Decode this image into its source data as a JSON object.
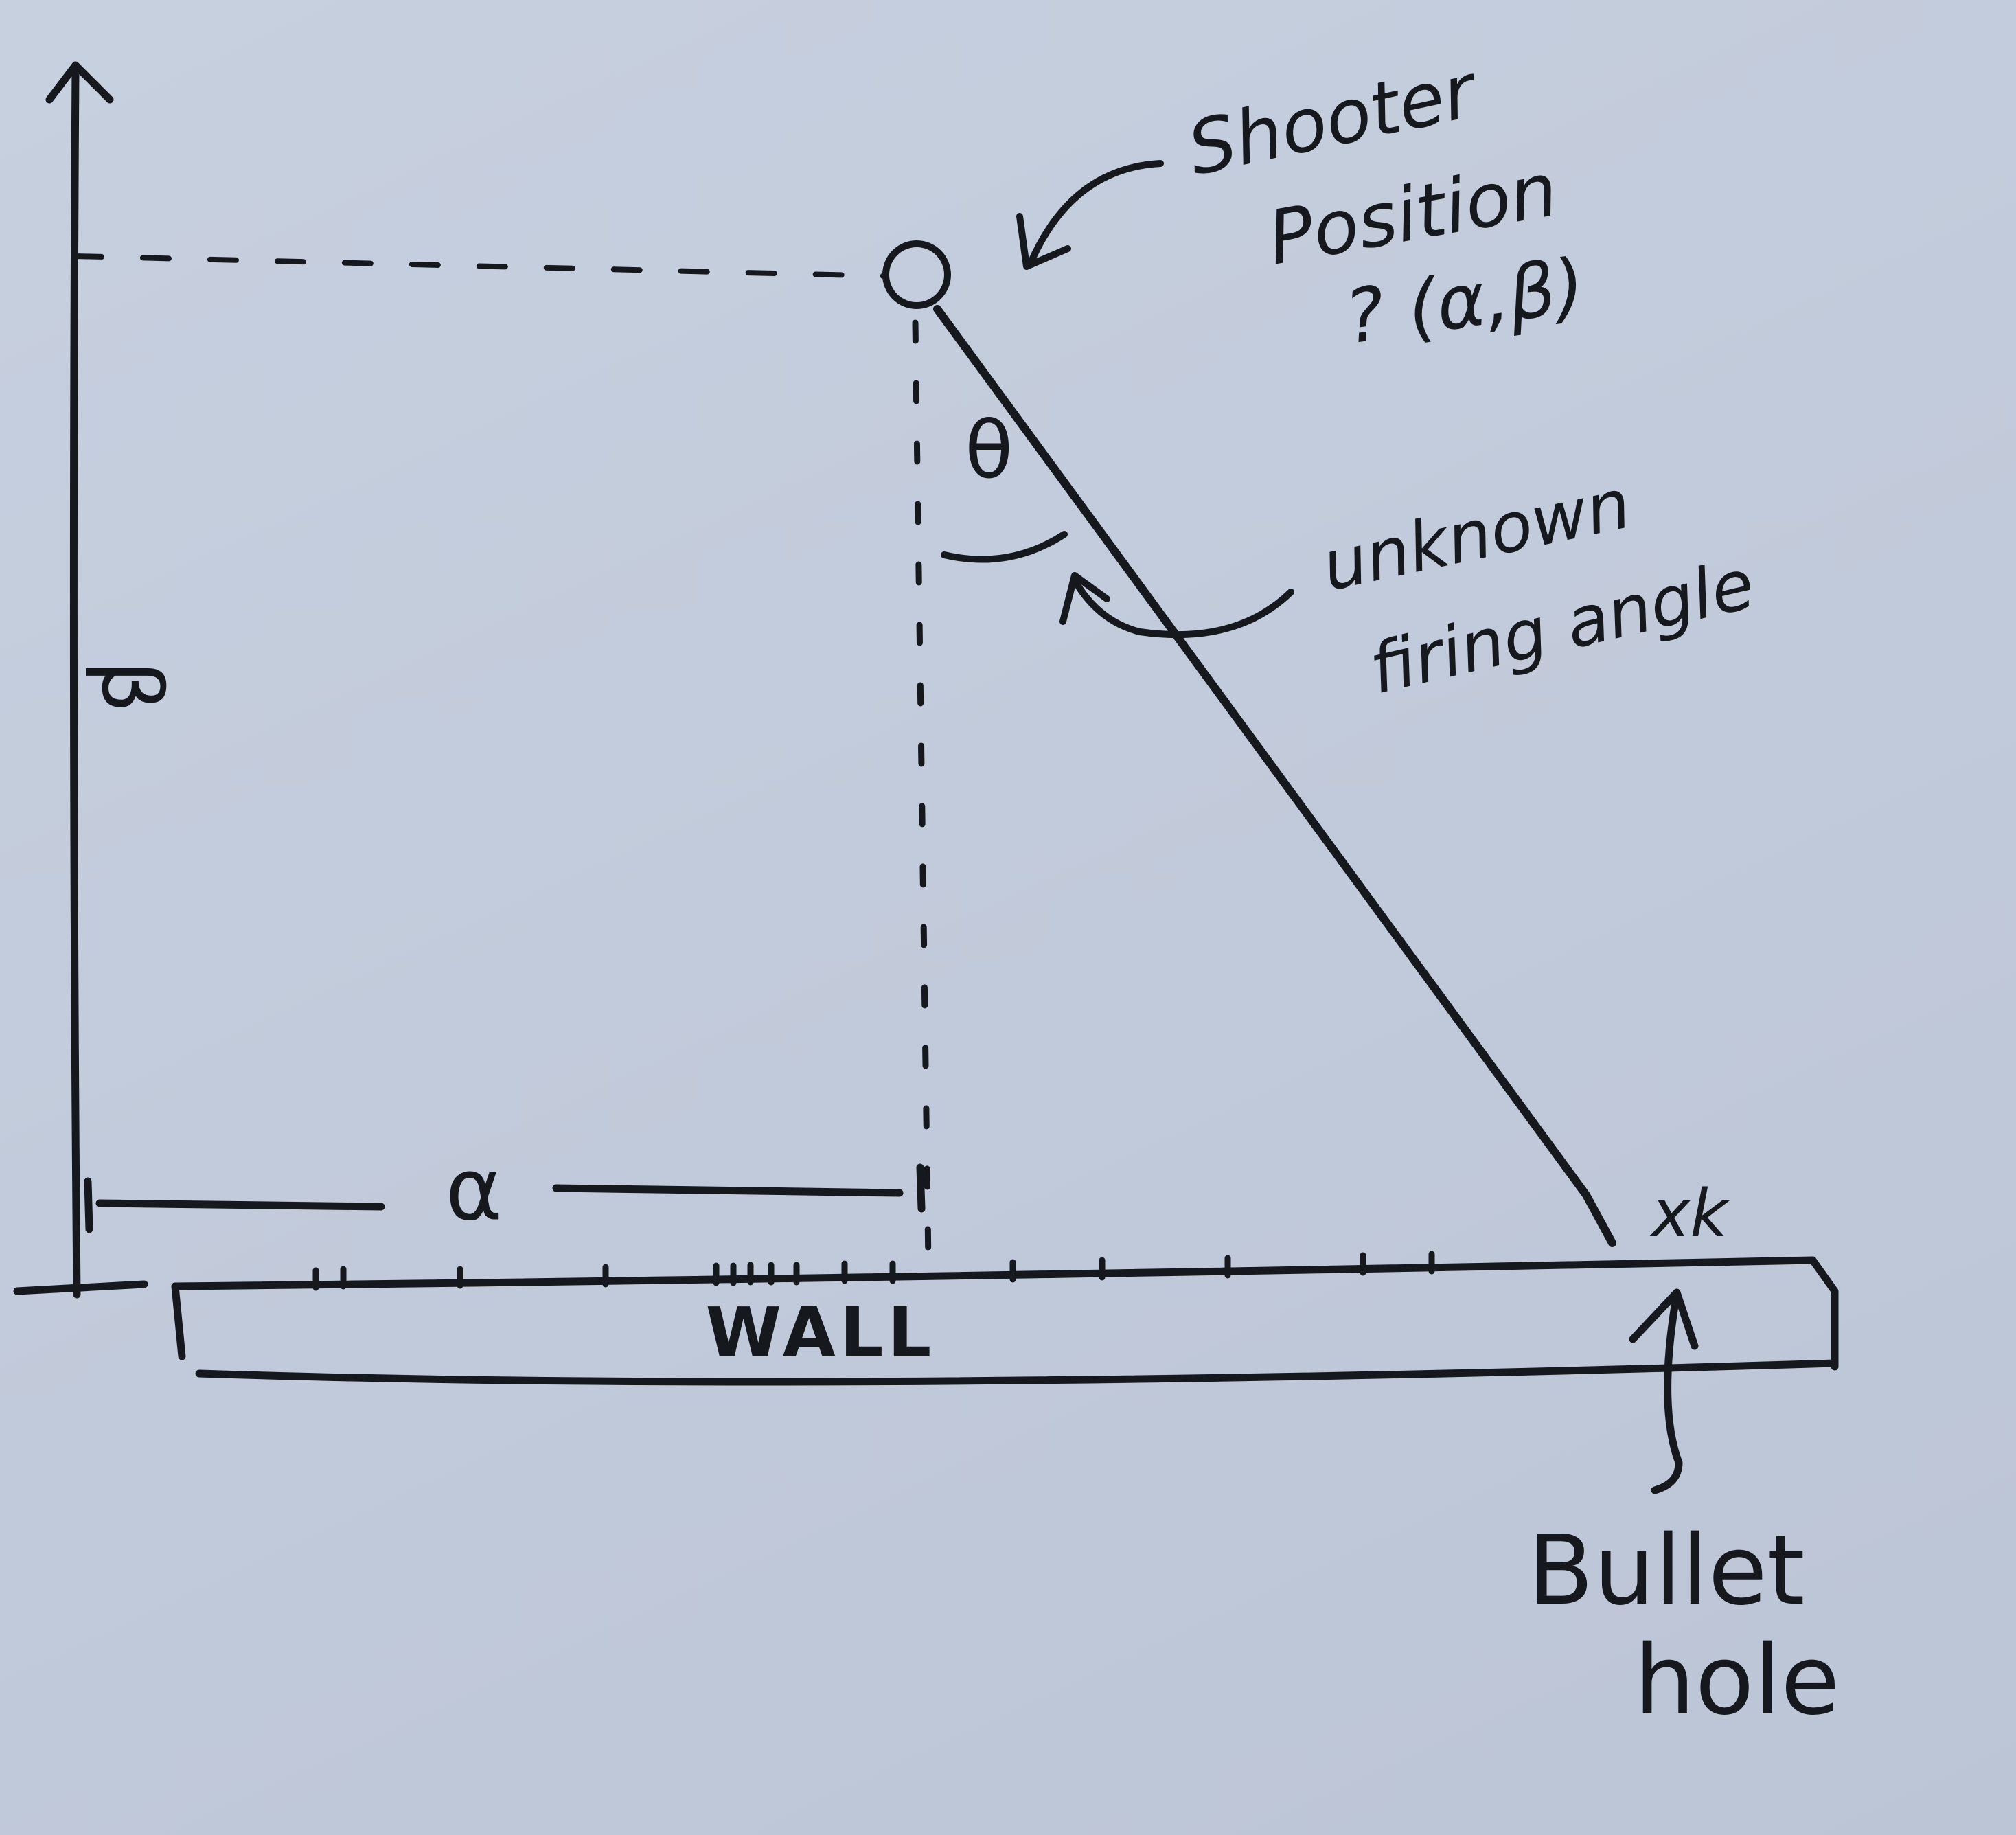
{
  "axes": {
    "vertical_label": "β",
    "horizontal_label": "α"
  },
  "shooter": {
    "label_line1": "Shooter",
    "label_line2": "Position",
    "label_line3": "? (α,β)"
  },
  "angle": {
    "symbol": "θ",
    "label_line1": "unknown",
    "label_line2": "firing angle"
  },
  "wall": {
    "label": "WALL",
    "impact_label": "xk"
  },
  "bullet": {
    "label_line1": "Bullet",
    "label_line2": "hole"
  },
  "colors": {
    "paper": "#c3ccdc",
    "ink": "#15181d"
  }
}
